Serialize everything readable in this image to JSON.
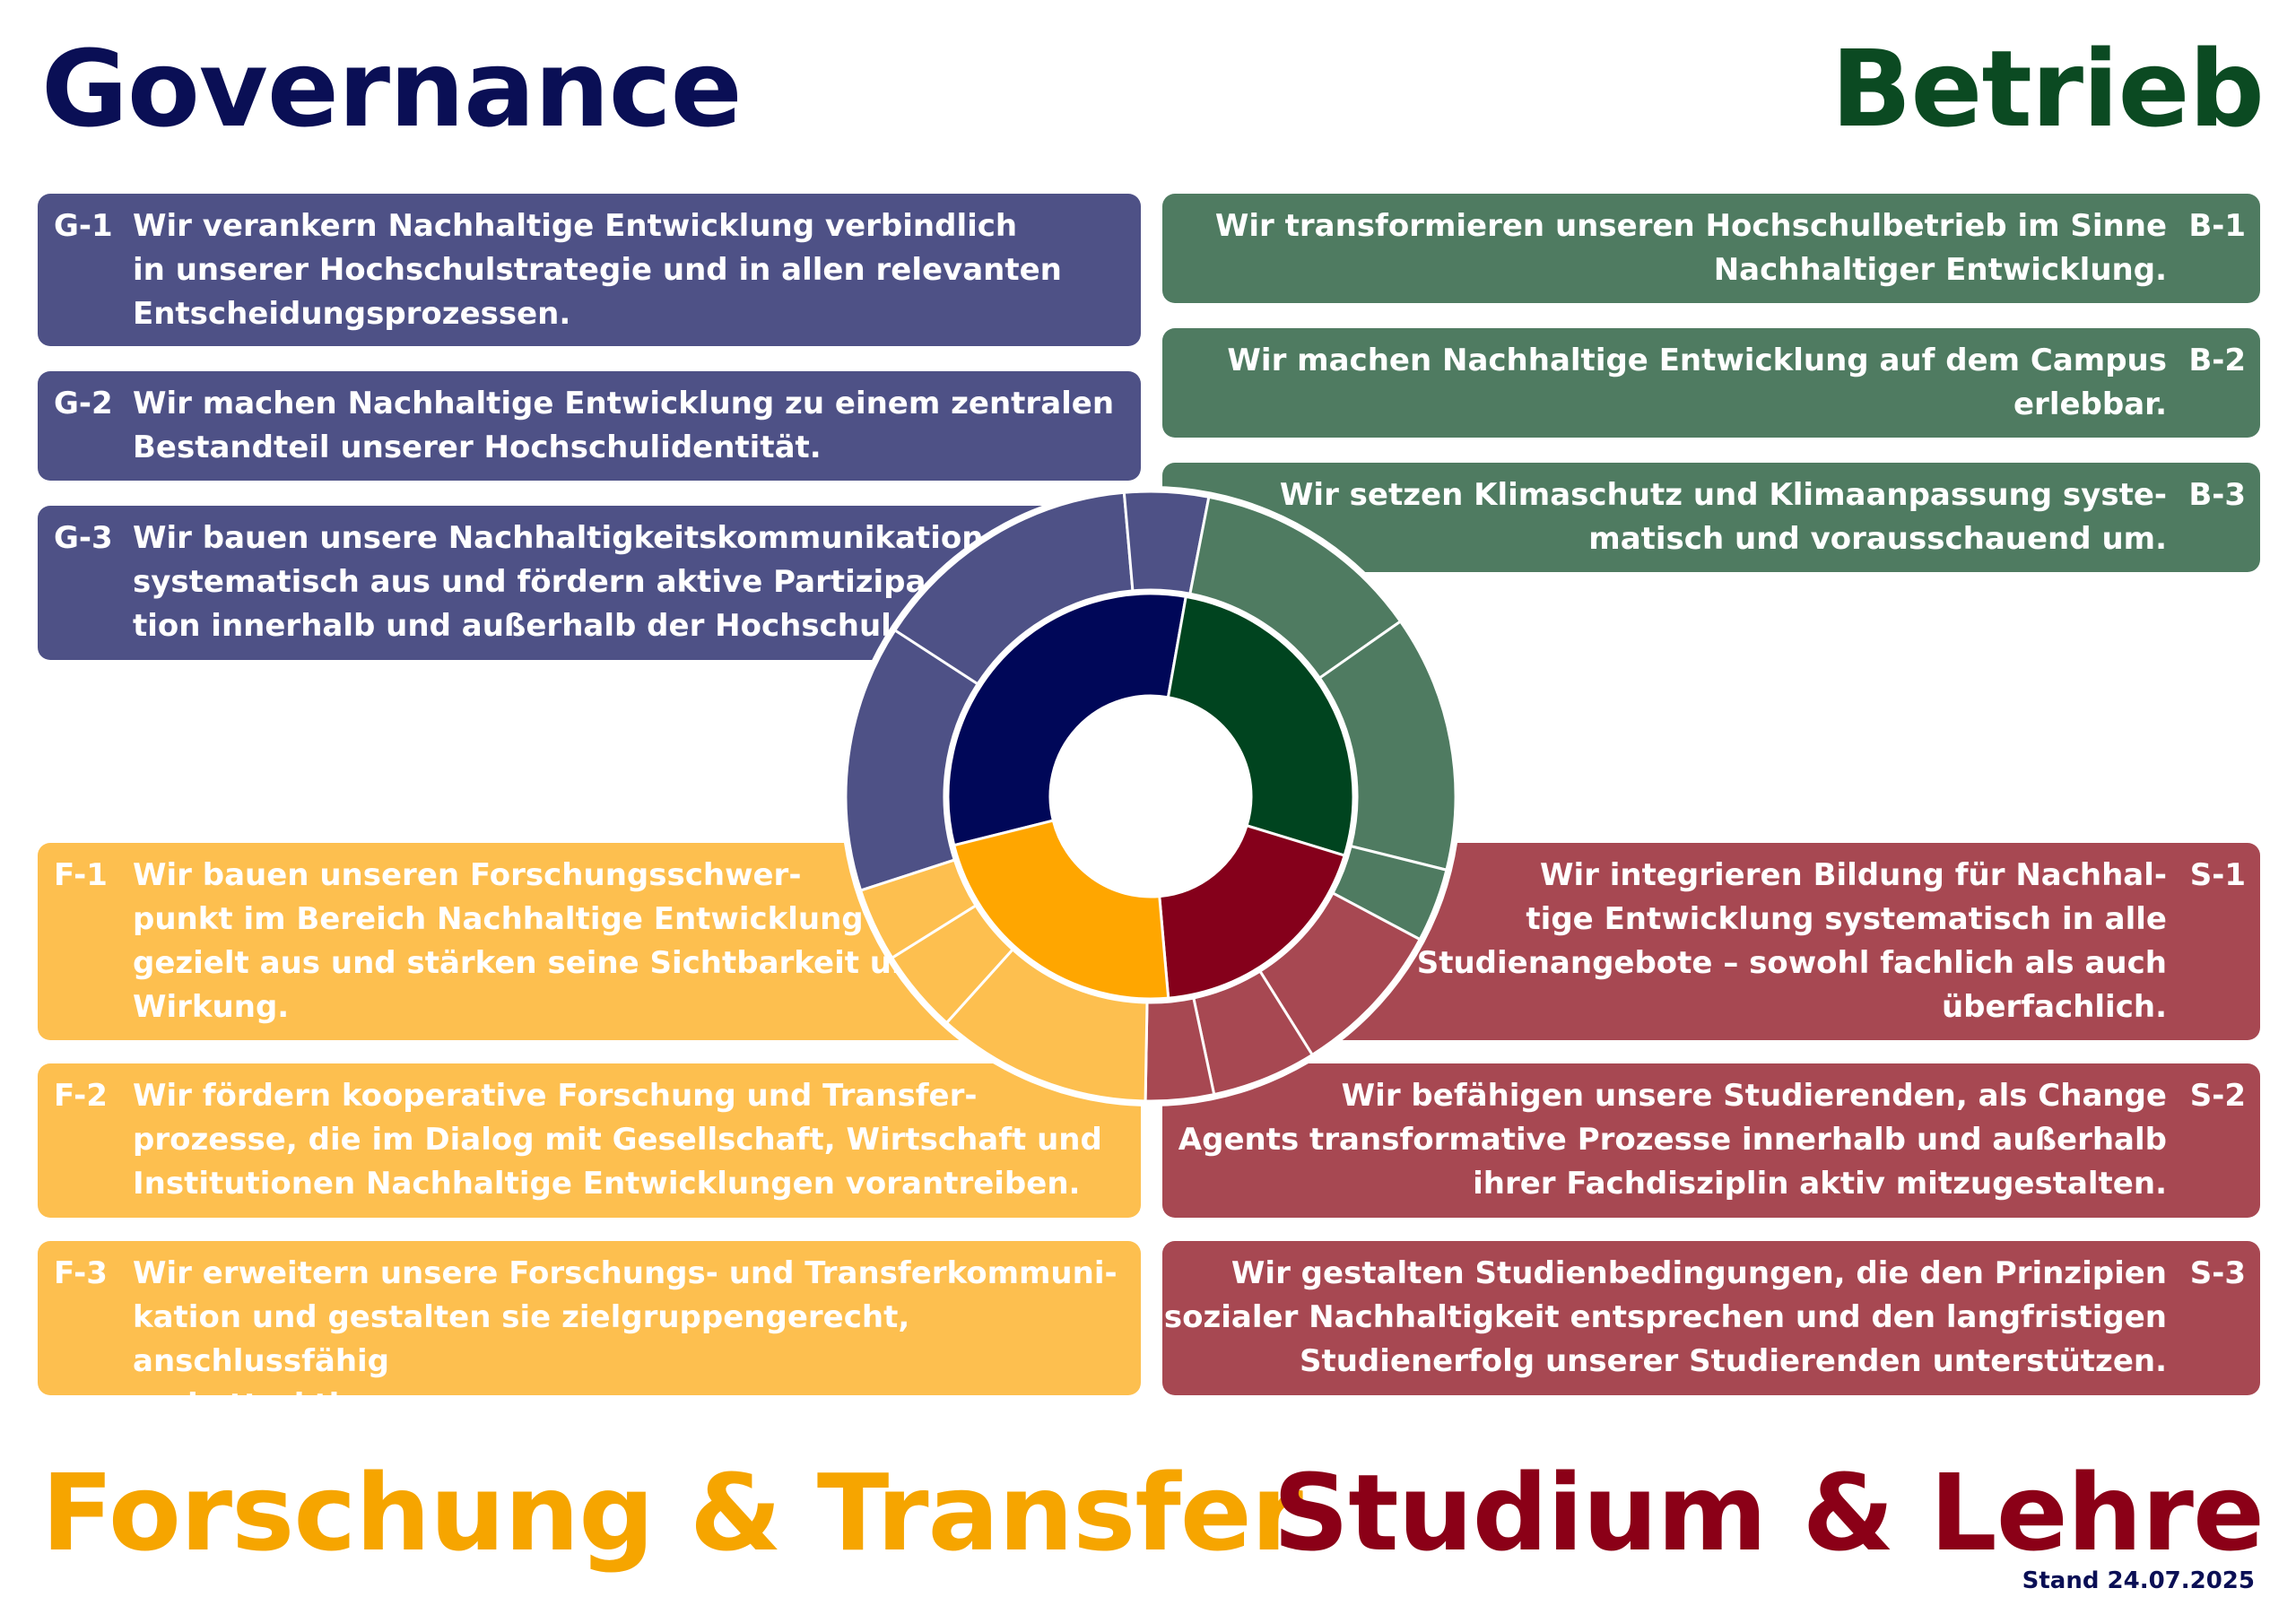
{
  "titles": {
    "governance": "Governance",
    "betrieb": "Betrieb",
    "forschung": "Forschung & Transfer",
    "studium": "Studium & Lehre"
  },
  "colors": {
    "governance_dark": "#000758",
    "governance_light": "#4e5186",
    "betrieb_dark": "#00441f",
    "betrieb_light": "#4f7b61",
    "forschung_dark": "#ffa600",
    "forschung_light": "#fdbf4f",
    "studium_dark": "#85001b",
    "studium_light": "#a74852"
  },
  "cards": {
    "g1": {
      "code": "G-1",
      "text": "Wir verankern Nachhaltige Entwicklung verbindlich\nin unserer Hochschulstrategie und in allen relevanten\nEntscheidungsprozessen."
    },
    "g2": {
      "code": "G-2",
      "text": "Wir machen Nachhaltige Entwicklung zu einem zentralen\nBestandteil unserer Hochschulidentität."
    },
    "g3": {
      "code": "G-3",
      "text": "Wir bauen unsere Nachhaltigkeitskommunikation\nsystematisch aus und fördern aktive Partizipa-\ntion innerhalb und außerhalb der Hochschule."
    },
    "b1": {
      "code": "B-1",
      "text": "Wir transformieren unseren Hochschulbetrieb im Sinne\nNachhaltiger Entwicklung."
    },
    "b2": {
      "code": "B-2",
      "text": "Wir machen Nachhaltige Entwicklung auf dem Campus\nerlebbar."
    },
    "b3": {
      "code": "B-3",
      "text": "Wir setzen Klimaschutz und Klimaanpassung syste-\nmatisch und vorausschauend um."
    },
    "f1": {
      "code": "F-1",
      "text": "Wir bauen unseren Forschungsschwer-\npunkt im Bereich Nachhaltige Entwicklung\ngezielt aus und stärken seine Sichtbarkeit und\nWirkung."
    },
    "f2": {
      "code": "F-2",
      "text": "Wir fördern kooperative Forschung und Transfer-\nprozesse, die im Dialog mit Gesellschaft, Wirtschaft und\nInstitutionen Nachhaltige Entwicklungen vorantreiben."
    },
    "f3": {
      "code": "F-3",
      "text": "Wir erweitern unsere Forschungs- und Transferkommuni-\nkation und gestalten sie zielgruppengerecht, anschlussfähig\nund attraktiv."
    },
    "s1": {
      "code": "S-1",
      "text": "Wir integrieren Bildung für Nachhal-\ntige Entwicklung systematisch in alle\nStudienangebote – sowohl fachlich als auch\nüberfachlich."
    },
    "s2": {
      "code": "S-2",
      "text": "Wir befähigen unsere Studierenden, als Change\nAgents transformative Prozesse innerhalb und außerhalb\nihrer Fachdisziplin aktiv mitzugestalten."
    },
    "s3": {
      "code": "S-3",
      "text": "Wir gestalten Studienbedingungen, die den Prinzipien\nsozialer Nachhaltigkeit entsprechen und den langfristigen\nStudienerfolg unserer Studierenden unterstützen."
    }
  },
  "footer": {
    "stand": "Stand 24.07.2025"
  }
}
